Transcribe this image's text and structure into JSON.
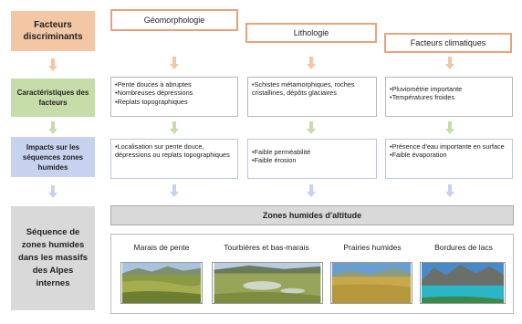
{
  "left": {
    "facteurs": "Facteurs discriminants",
    "caracteristiques": "Caractéristiques des facteurs",
    "impacts": "Impacts sur les séquences zones humides",
    "sequence": "Séquence de zones humides dans les massifs des Alpes internes"
  },
  "columns": [
    {
      "title": "Géomorphologie",
      "characteristics": [
        "Pente douces à abruptes",
        "Nombreuses dépressions",
        "Replats topographiques"
      ],
      "impacts": [
        "Localisation sur pente douce, dépressions ou replats topographiques"
      ]
    },
    {
      "title": "Lithologie",
      "characteristics": [
        "Schistes métamorphiques, roches cristallines, dépôts glaciaires"
      ],
      "impacts": [
        "Faible perméabilité",
        "Faible érosion"
      ]
    },
    {
      "title": "Facteurs climatiques",
      "characteristics": [
        "Pluviométrie importante",
        "Températures froides"
      ],
      "impacts": [
        "Présence d'eau importante en surface",
        "Faible évaporation"
      ]
    }
  ],
  "zones_title": "Zones humides d'altitude",
  "wetlands": [
    "Marais de pente",
    "Tourbières et bas-marais",
    "Prairies humides",
    "Bordures de lacs"
  ],
  "colors": {
    "orange": "#f2c9a9",
    "green": "#c5dba9",
    "blue": "#c5d2ee",
    "grey": "#d9d9d9"
  }
}
